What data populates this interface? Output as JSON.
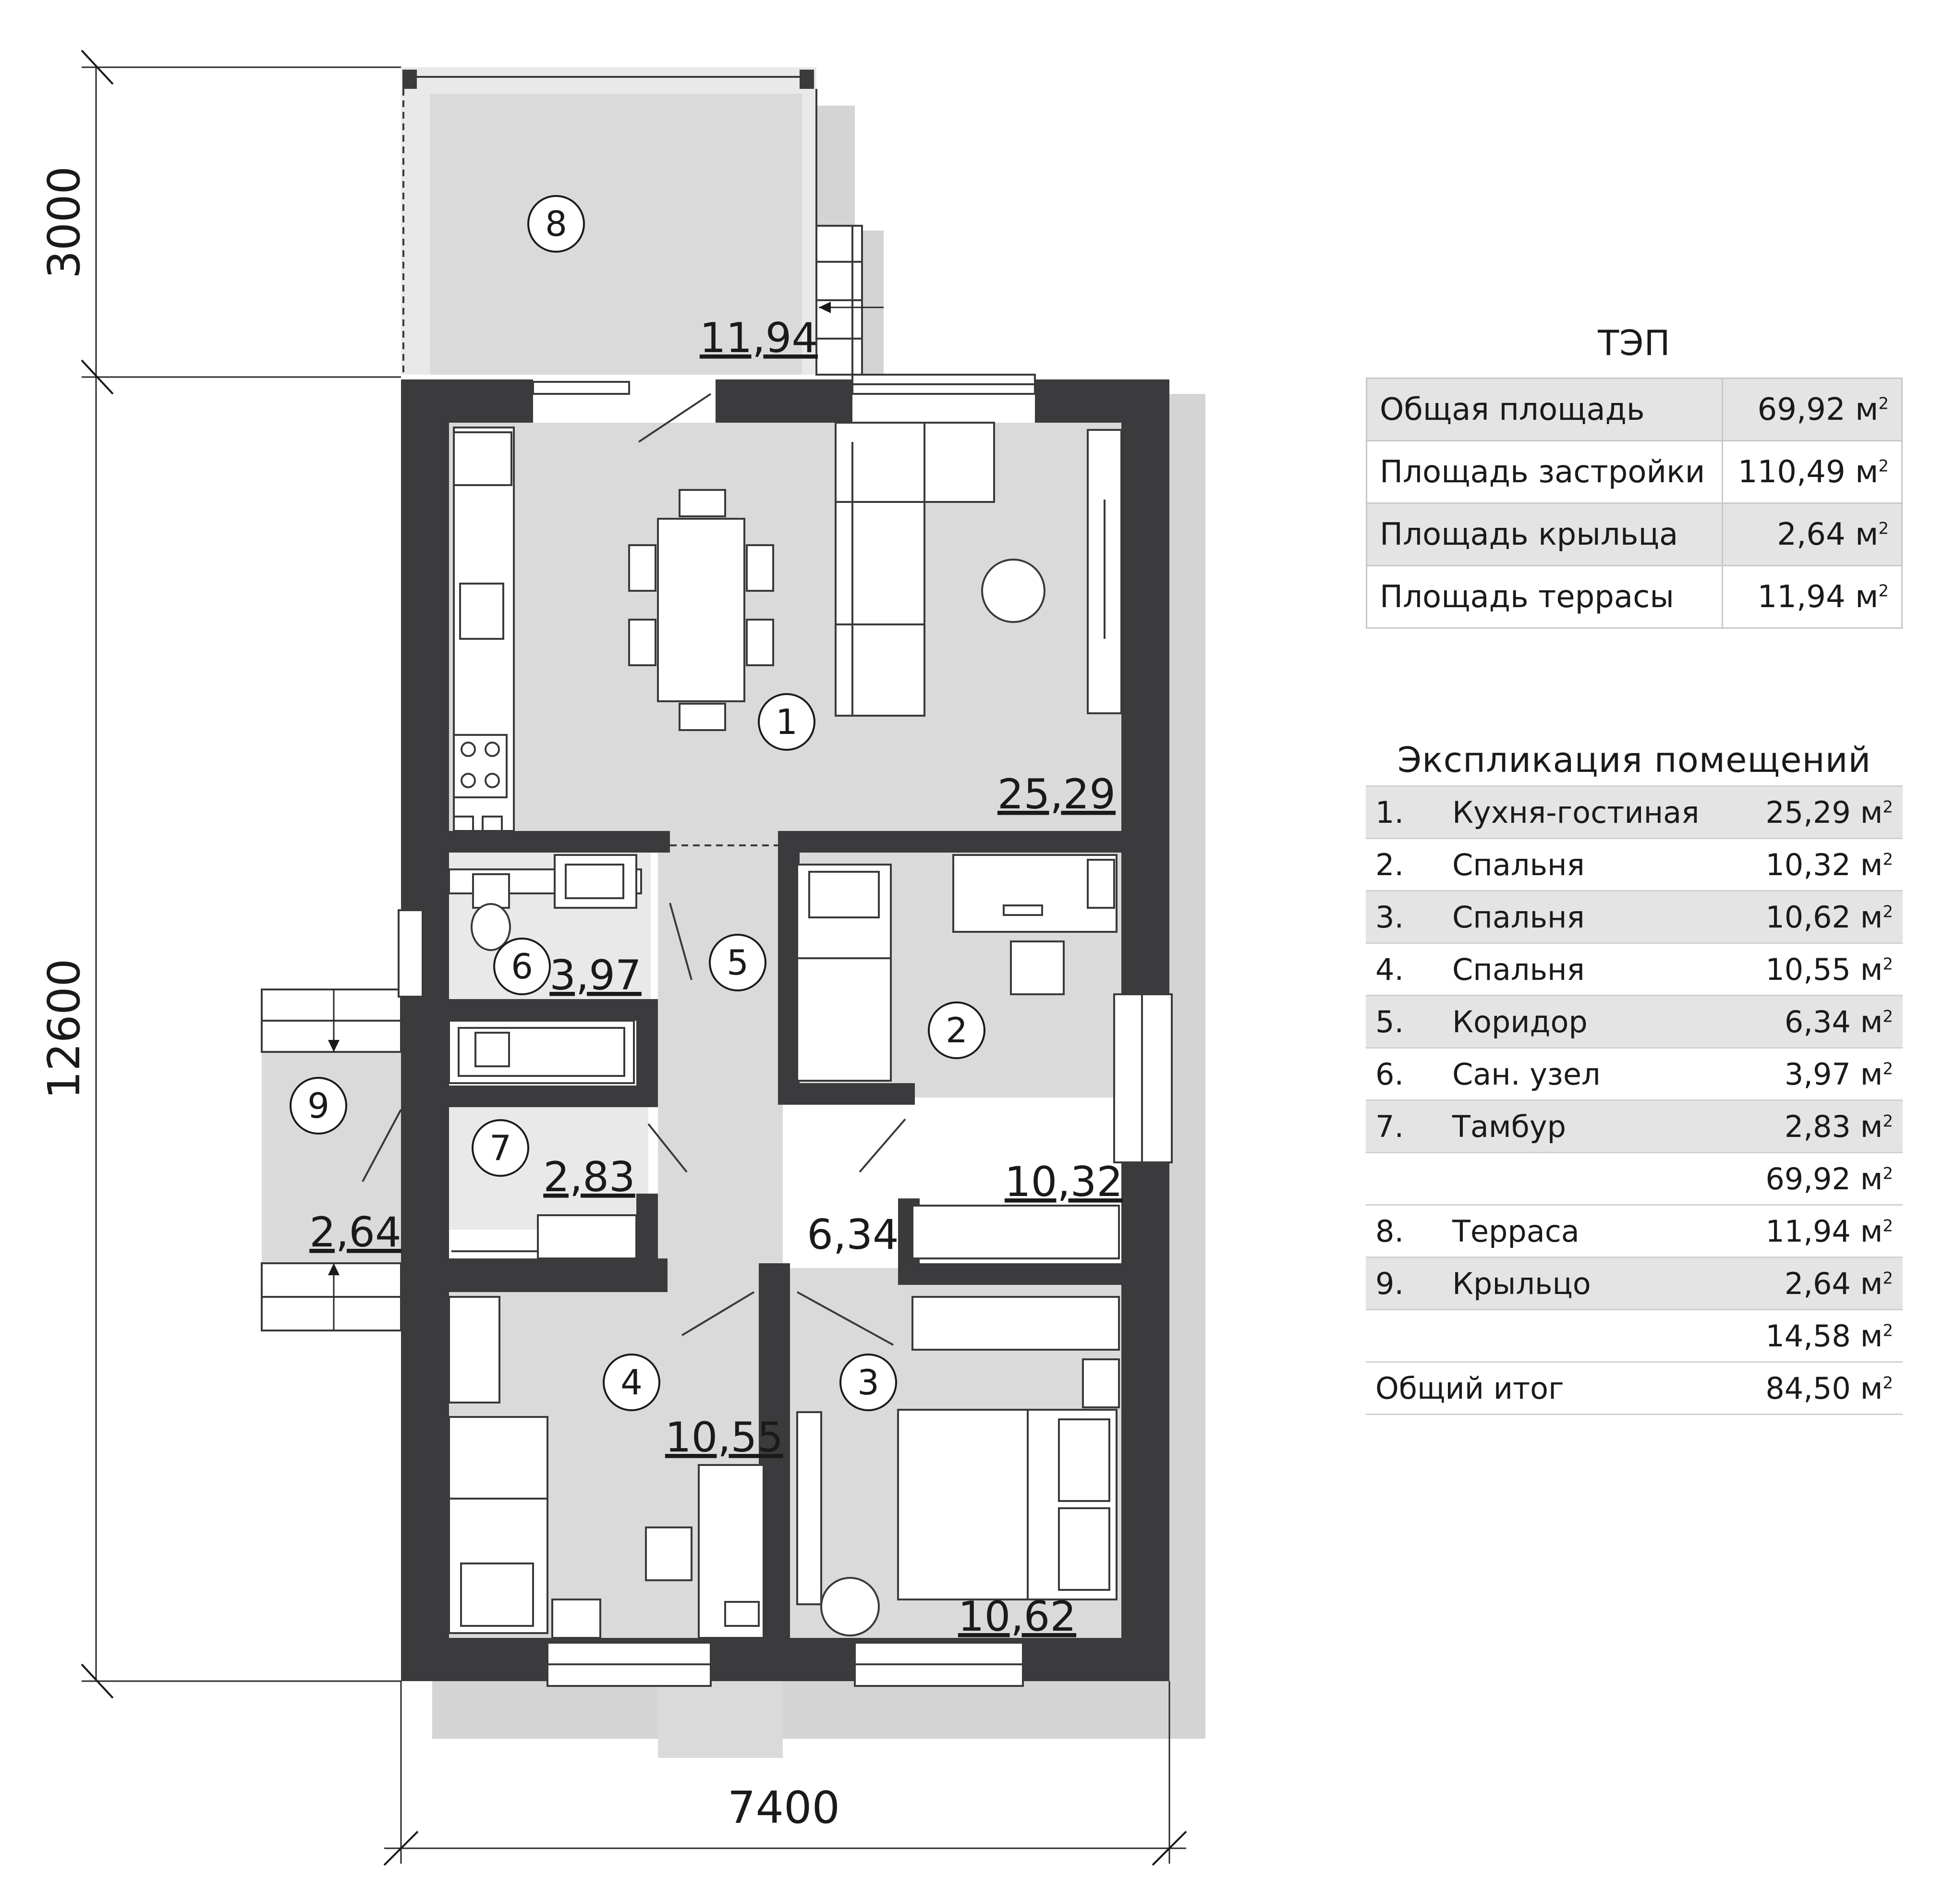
{
  "dimensions": {
    "terrace_depth": "3000",
    "house_depth": "12600",
    "house_width": "7400"
  },
  "rooms": [
    {
      "number": "1",
      "area": "25,29"
    },
    {
      "number": "2",
      "area": "10,32"
    },
    {
      "number": "3",
      "area": "10,62"
    },
    {
      "number": "4",
      "area": "10,55"
    },
    {
      "number": "5",
      "area": "6,34"
    },
    {
      "number": "6",
      "area": "3,97"
    },
    {
      "number": "7",
      "area": "2,83"
    },
    {
      "number": "8",
      "area": "11,94"
    },
    {
      "number": "9",
      "area": "2,64"
    }
  ],
  "tep": {
    "title": "ТЭП",
    "unit": "м",
    "rows": [
      {
        "label": "Общая площадь",
        "value": "69,92"
      },
      {
        "label": "Площадь застройки",
        "value": "110,49"
      },
      {
        "label": "Площадь крыльца",
        "value": "2,64"
      },
      {
        "label": "Площадь террасы",
        "value": "11,94"
      }
    ]
  },
  "explication": {
    "title": "Экспликация помещений",
    "unit": "м",
    "rows": [
      {
        "num": "1.",
        "name": "Кухня-гостиная",
        "value": "25,29"
      },
      {
        "num": "2.",
        "name": "Спальня",
        "value": "10,32"
      },
      {
        "num": "3.",
        "name": "Спальня",
        "value": "10,62"
      },
      {
        "num": "4.",
        "name": "Спальня",
        "value": "10,55"
      },
      {
        "num": "5.",
        "name": "Коридор",
        "value": "6,34"
      },
      {
        "num": "6.",
        "name": "Сан. узел",
        "value": "3,97"
      },
      {
        "num": "7.",
        "name": "Тамбур",
        "value": "2,83"
      },
      {
        "num": "",
        "name": "",
        "value": "69,92"
      },
      {
        "num": "8.",
        "name": "Терраса",
        "value": "11,94"
      },
      {
        "num": "9.",
        "name": "Крыльцо",
        "value": "2,64"
      },
      {
        "num": "",
        "name": "",
        "value": "14,58"
      },
      {
        "num": "Общий итог",
        "name": "",
        "value": "84,50"
      }
    ]
  }
}
